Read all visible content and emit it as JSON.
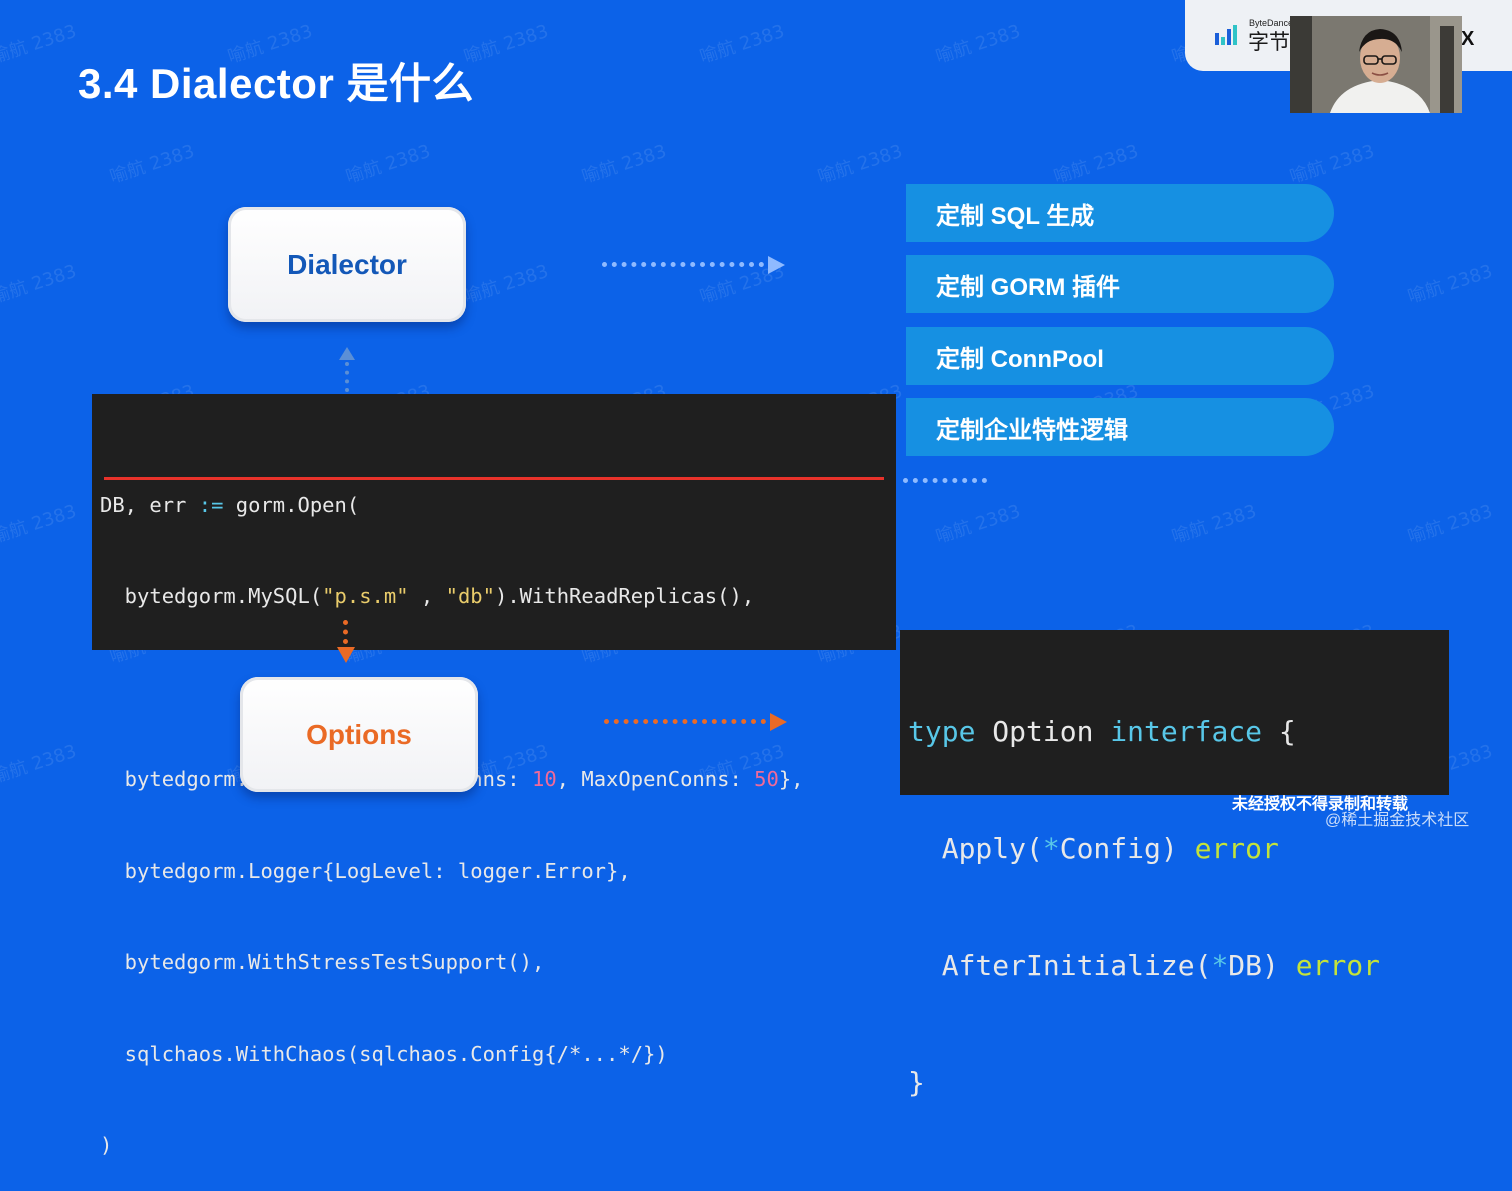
{
  "slide": {
    "title": "3.4 Dialector 是什么",
    "dialector_label": "Dialector",
    "options_label": "Options"
  },
  "features": [
    {
      "label": "定制 SQL 生成"
    },
    {
      "label": "定制 GORM 插件"
    },
    {
      "label": "定制 ConnPool"
    },
    {
      "label": "定制企业特性逻辑"
    }
  ],
  "code_main": {
    "l1": {
      "a": "DB, err ",
      "b": ":=",
      "c": " gorm.Open("
    },
    "l2": {
      "a": "  bytedgorm.MySQL(",
      "b": "\"p.s.m\"",
      "c": " , ",
      "d": "\"db\"",
      "e": ").WithReadReplicas(),"
    },
    "l3": {
      "a": "  bytedgorm.ConnPool{MaxIdleConns: ",
      "b": "10",
      "c": ", MaxOpenConns: ",
      "d": "50",
      "e": "},"
    },
    "l4": "  bytedgorm.Logger{LogLevel: logger.Error},",
    "l5": "  bytedgorm.WithStressTestSupport(),",
    "l6": "  sqlchaos.WithChaos(sqlchaos.Config{/*...*/})",
    "l7": ")"
  },
  "code_option": {
    "l1": {
      "kw1": "type",
      "name": " Option ",
      "kw2": "interface",
      "brace": " {"
    },
    "l2": {
      "a": "  Apply(",
      "b": "*",
      "c": "Config) ",
      "d": "error"
    },
    "l3": {
      "a": "  AfterInitialize(",
      "b": "*",
      "c": "DB) ",
      "d": "error"
    },
    "l4": "}"
  },
  "brand": {
    "small": "ByteDance",
    "cn": "字节"
  },
  "close_glyph": "X",
  "watermark_text": "喻航 2383",
  "footer": {
    "notice": "未经授权不得录制和转载",
    "credit": "@稀土掘金技术社区"
  },
  "colors": {
    "background": "#0c62e8",
    "pill": "#1690e2",
    "dialector_text": "#1358b8",
    "options_text": "#ea6a25",
    "code_bg": "#1f1f1f",
    "divider_red": "#e8322a"
  }
}
